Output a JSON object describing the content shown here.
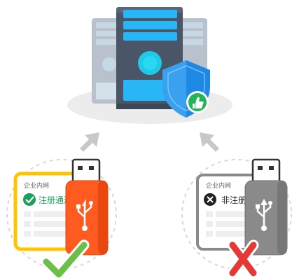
{
  "left_card": {
    "header": "企业内网",
    "status_text": "注册通过",
    "status_color": "#1aa05a",
    "border_color": "#ffc400"
  },
  "right_card": {
    "header": "企业内网",
    "status_text": "非注册",
    "status_color": "#222222",
    "border_color": "#8a8a8a"
  },
  "colors": {
    "server_body": "#4a5568",
    "server_panel": "#29b6f6",
    "shield": "#1e88e5",
    "usb_left": "#ff5a1f",
    "usb_right": "#8a8a8a",
    "check": "#6cc04a",
    "cross": "#e53935",
    "arrow": "#c8c8c8"
  },
  "icons": [
    "server-icon",
    "shield-thumbs-up-icon",
    "usb-icon",
    "checkmark-icon",
    "cross-icon",
    "arrow-up-icon"
  ]
}
